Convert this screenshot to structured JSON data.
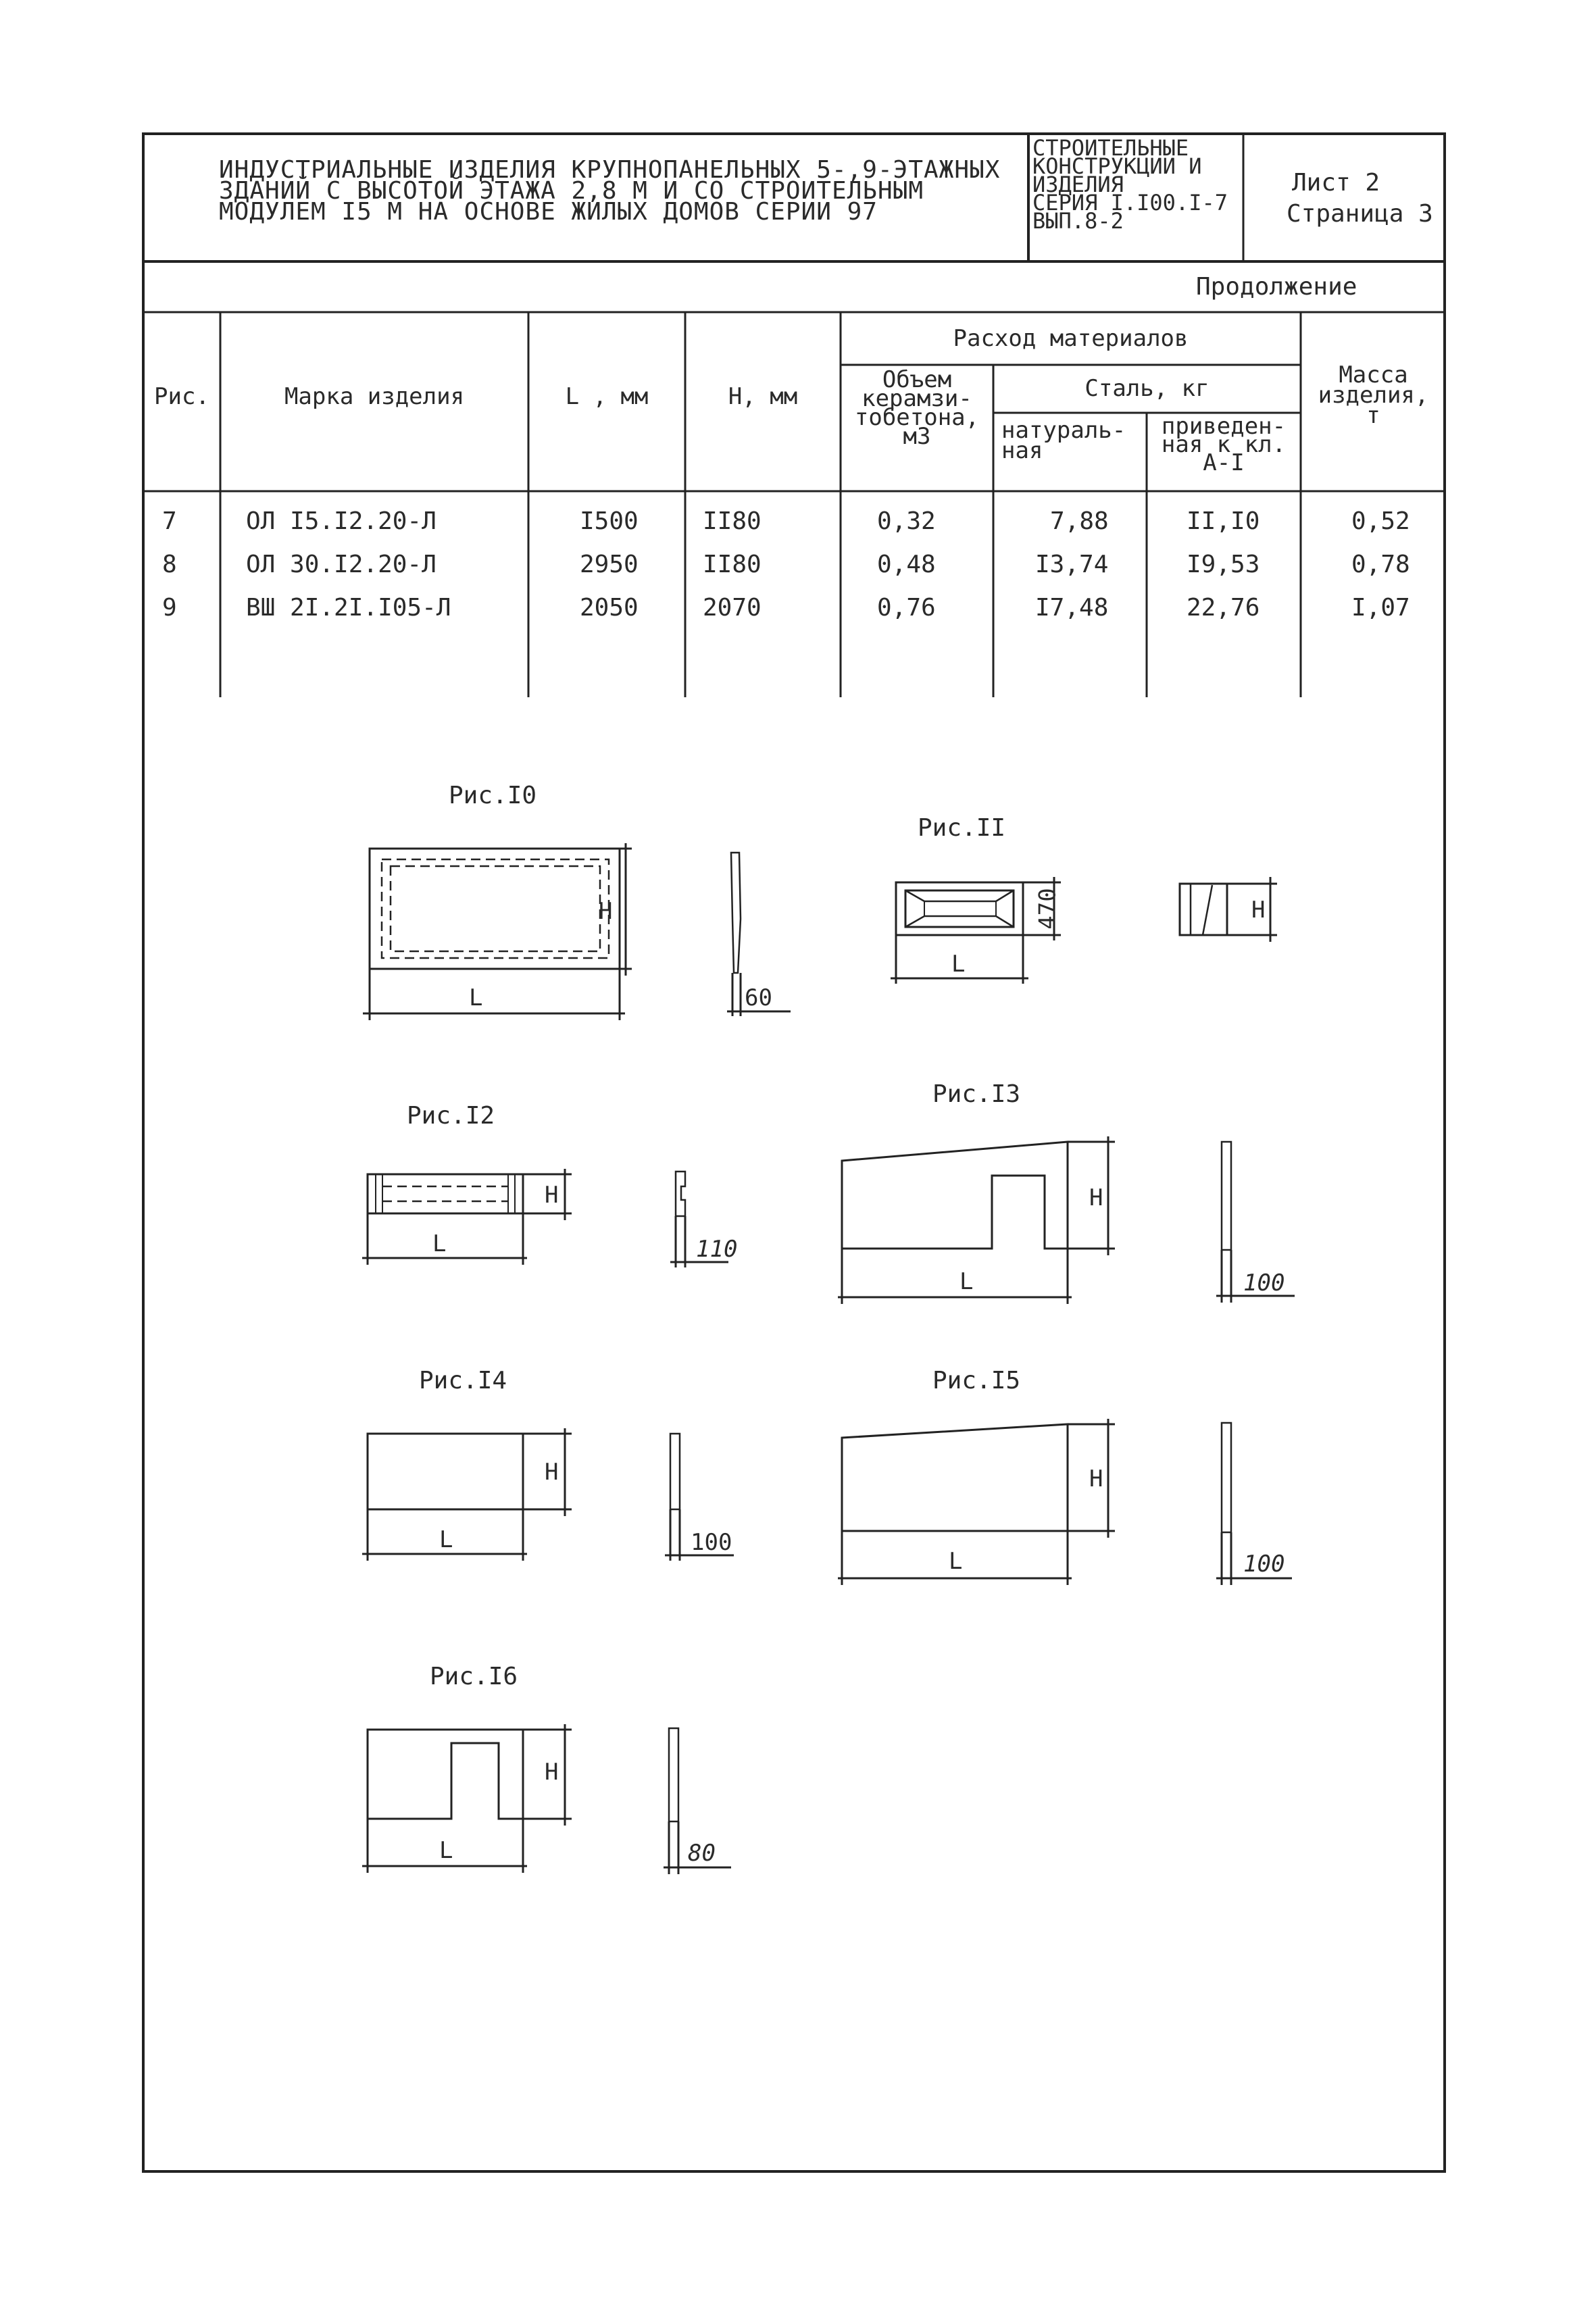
{
  "header": {
    "title_lines": [
      "ИНДУСТРИАЛЬНЫЕ ИЗДЕЛИЯ КРУПНОПАНЕЛЬНЫХ 5-,9-ЭТАЖНЫХ",
      "ЗДАНИЙ С ВЫСОТОЙ ЭТАЖА 2,8 М И СО СТРОИТЕЛЬНЫМ",
      "МОДУЛЕМ I5 М НА ОСНОВЕ ЖИЛЫХ ДОМОВ СЕРИИ 97"
    ],
    "series_lines": [
      "СТРОИТЕЛЬНЫЕ",
      "КОНСТРУКЦИИ И",
      "ИЗДЕЛИЯ",
      "СЕРИЯ I.I00.I-7",
      "ВЫП.8-2"
    ],
    "sheet": "Лист 2",
    "page": "Страница 3"
  },
  "continuation": "Продолжение",
  "table": {
    "col_fig": "Рис.",
    "col_mark": "Марка изделия",
    "col_L": "L , мм",
    "col_H": "Н, мм",
    "materials": "Расход материалов",
    "volume_lines": [
      "Объем",
      "керамзи-",
      "тобетона,",
      "м3"
    ],
    "steel": "Сталь, кг",
    "natural_lines": [
      "натураль-",
      "ная"
    ],
    "reduced_lines": [
      "приведен-",
      "ная к кл.",
      "А-I"
    ],
    "mass_lines": [
      "Масса",
      "изделия,",
      "т"
    ],
    "rows": [
      {
        "fig": "7",
        "mark": "ОЛ I5.I2.20-Л",
        "L": "I500",
        "H": "II80",
        "vol": "0,32",
        "nat": "7,88",
        "red": "II,I0",
        "mass": "0,52"
      },
      {
        "fig": "8",
        "mark": "ОЛ 30.I2.20-Л",
        "L": "2950",
        "H": "II80",
        "vol": "0,48",
        "nat": "I3,74",
        "red": "I9,53",
        "mass": "0,78"
      },
      {
        "fig": "9",
        "mark": "ВШ 2I.2I.I05-Л",
        "L": "2050",
        "H": "2070",
        "vol": "0,76",
        "nat": "I7,48",
        "red": "22,76",
        "mass": "I,07"
      }
    ]
  },
  "figures": {
    "fig10": {
      "caption": "Рис.I0",
      "L": "L",
      "H": "H",
      "t": "60"
    },
    "fig11": {
      "caption": "Рис.II",
      "L": "L",
      "h": "470",
      "H": "H"
    },
    "fig12": {
      "caption": "Рис.I2",
      "L": "L",
      "H": "H",
      "t": "110"
    },
    "fig13": {
      "caption": "Рис.I3",
      "L": "L",
      "H": "H",
      "t": "100"
    },
    "fig14": {
      "caption": "Рис.I4",
      "L": "L",
      "H": "H",
      "t": "100"
    },
    "fig15": {
      "caption": "Рис.I5",
      "L": "L",
      "H": "H",
      "t": "100"
    },
    "fig16": {
      "caption": "Рис.I6",
      "L": "L",
      "H": "H",
      "t": "80"
    }
  }
}
